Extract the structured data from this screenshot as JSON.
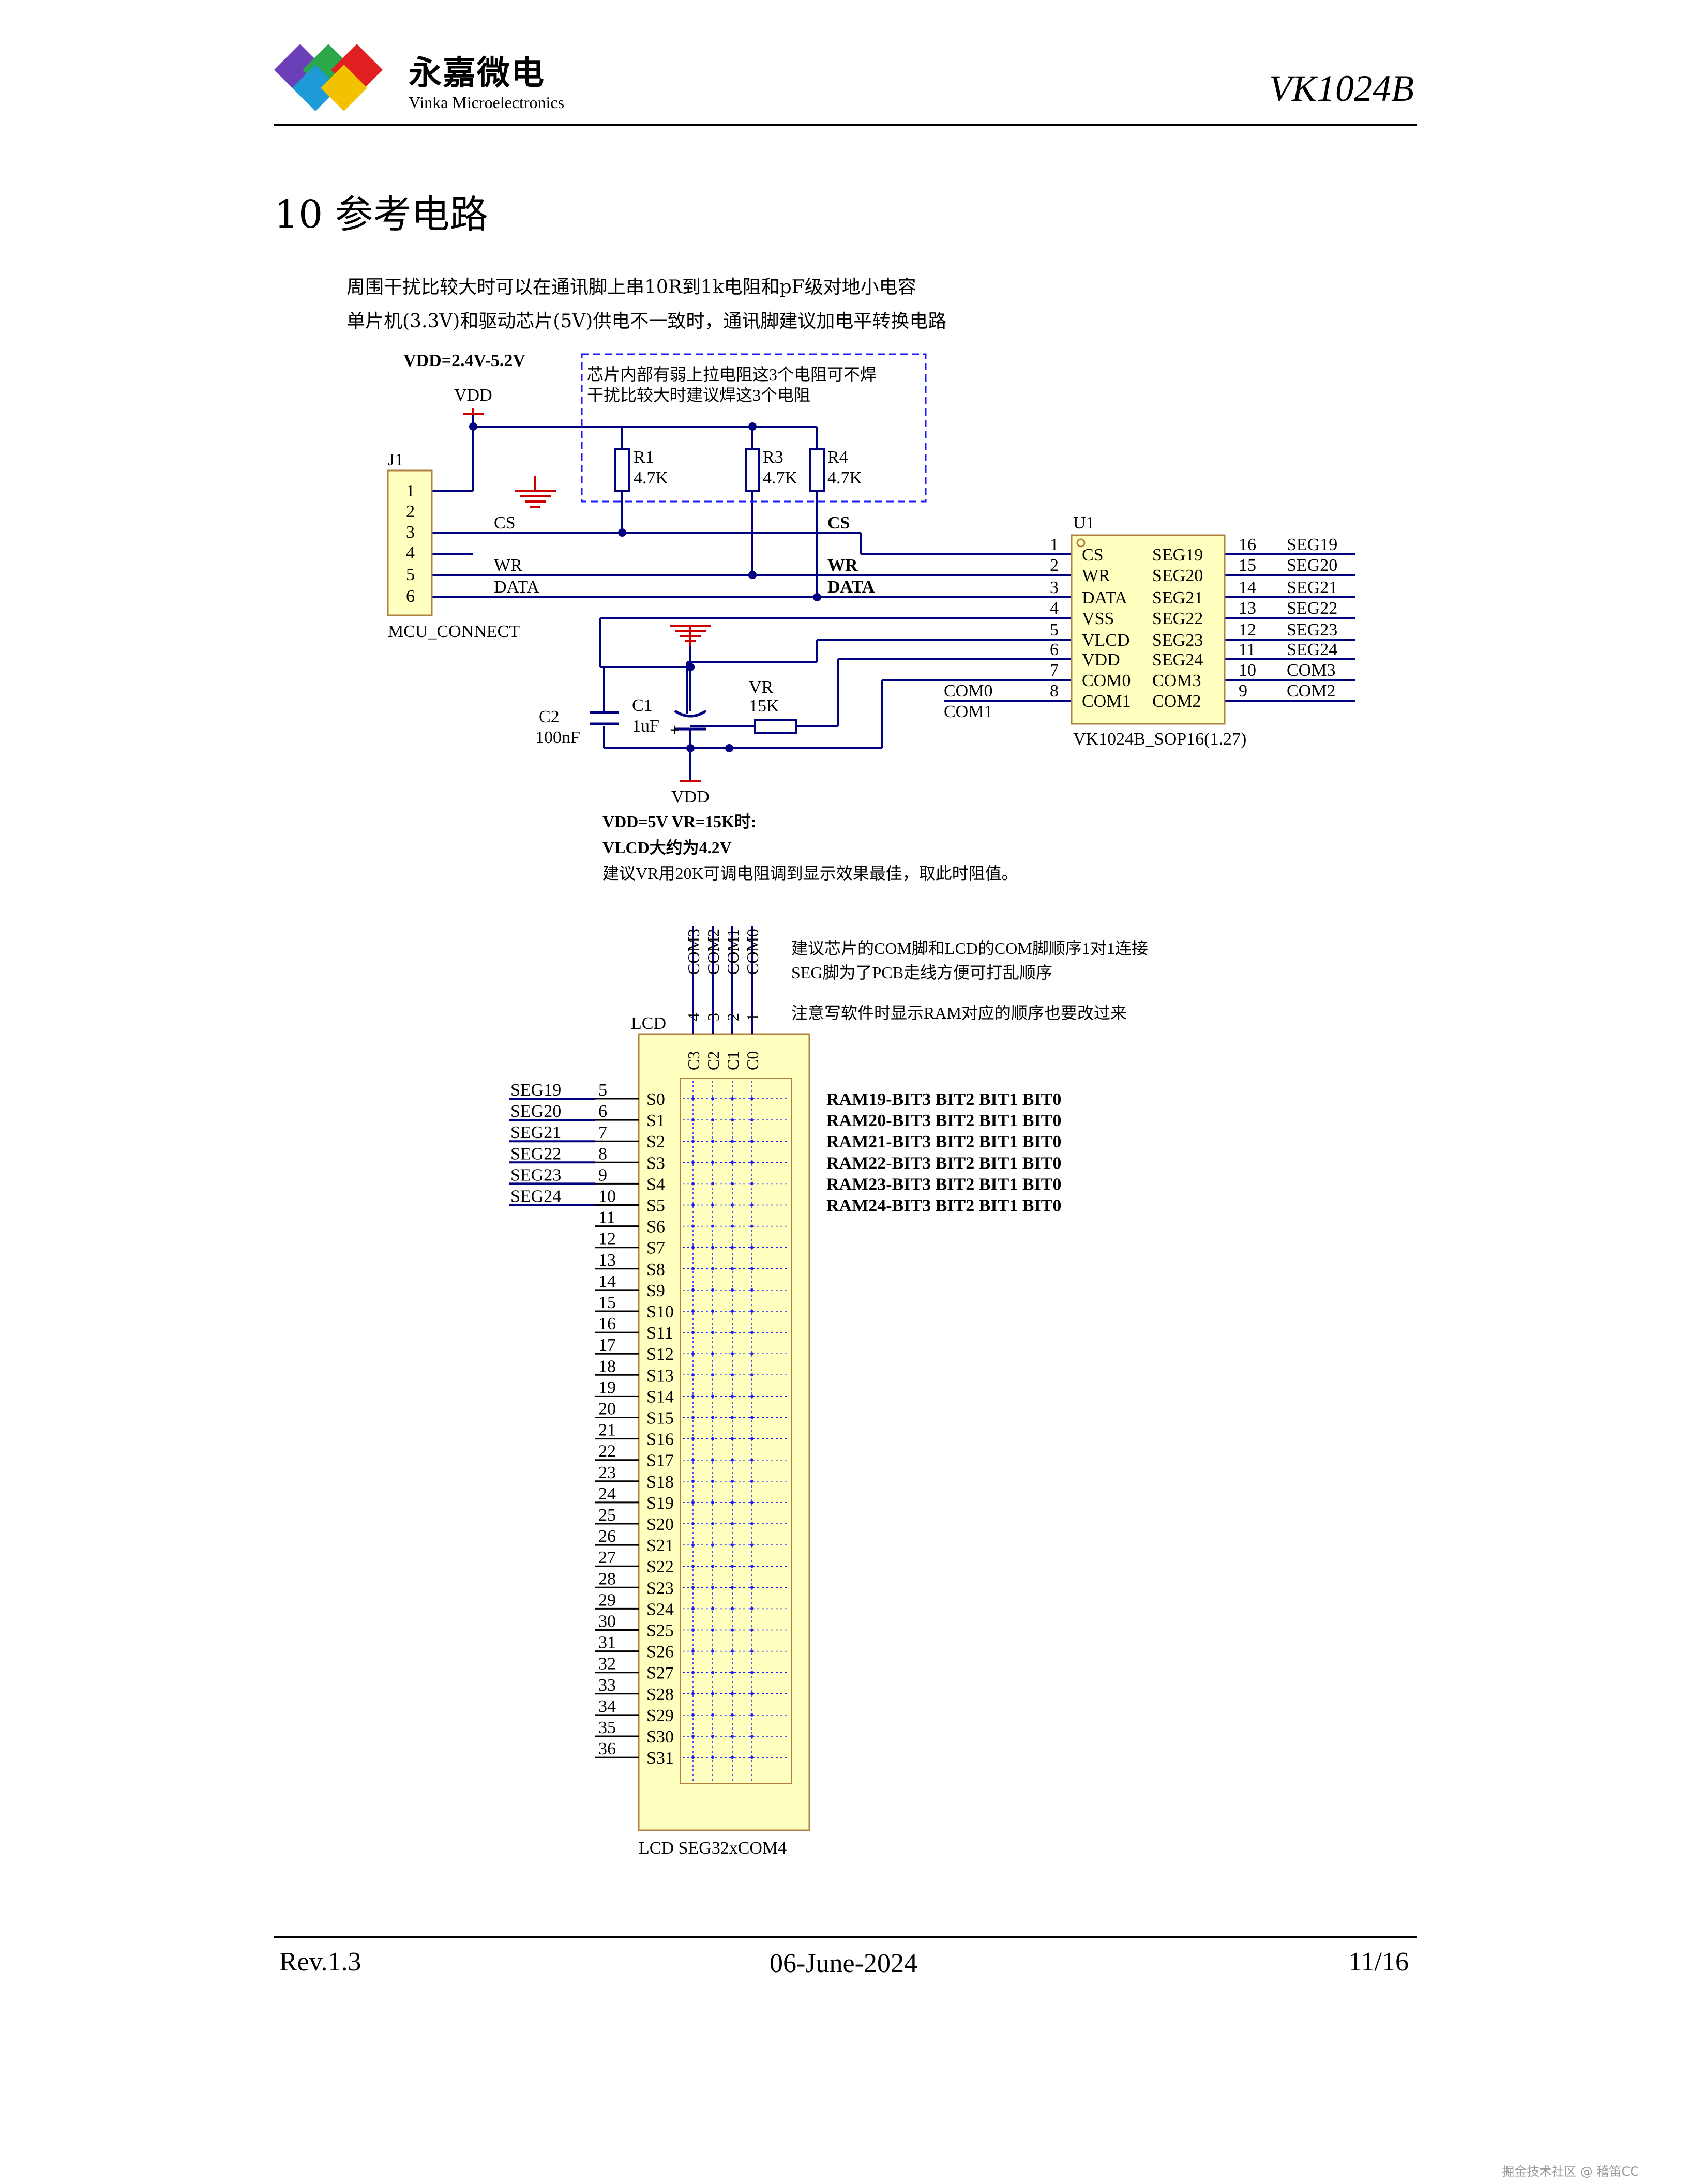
{
  "header": {
    "company_cn": "永嘉微电",
    "company_en": "Vinka Microelectronics",
    "doc_id": "VK1024B"
  },
  "section": {
    "title": "10 参考电路"
  },
  "intro": {
    "line1": "周围干扰比较大时可以在通讯脚上串10R到1k电阻和pF级对地小电容",
    "line2": "单片机(3.3V)和驱动芯片(5V)供电不一致时，通讯脚建议加电平转换电路"
  },
  "circuit1": {
    "vdd_range": "VDD=2.4V-5.2V",
    "vdd": "VDD",
    "note_line1": "芯片内部有弱上拉电阻这3个电阻可不焊",
    "note_line2": "干扰比较大时建议焊这3个电阻",
    "resistors": [
      {
        "ref": "R1",
        "value": "4.7K"
      },
      {
        "ref": "R3",
        "value": "4.7K"
      },
      {
        "ref": "R4",
        "value": "4.7K"
      }
    ],
    "j1": {
      "ref": "J1",
      "name": "MCU_CONNECT",
      "pins": [
        "1",
        "2",
        "3",
        "4",
        "5",
        "6"
      ],
      "nets": {
        "cs": "CS",
        "wr": "WR",
        "data": "DATA"
      }
    },
    "bus_labels": {
      "cs": "CS",
      "wr": "WR",
      "data": "DATA"
    },
    "u1": {
      "ref": "U1",
      "name": "VK1024B_SOP16(1.27)",
      "left_pins": [
        {
          "num": "1",
          "name": "CS"
        },
        {
          "num": "2",
          "name": "WR"
        },
        {
          "num": "3",
          "name": "DATA"
        },
        {
          "num": "4",
          "name": "VSS"
        },
        {
          "num": "5",
          "name": "VLCD"
        },
        {
          "num": "6",
          "name": "VDD"
        },
        {
          "num": "7",
          "name": "COM0"
        },
        {
          "num": "8",
          "name": "COM1"
        }
      ],
      "right_pins": [
        {
          "num": "16",
          "name": "SEG19",
          "net": "SEG19"
        },
        {
          "num": "15",
          "name": "SEG20",
          "net": "SEG20"
        },
        {
          "num": "14",
          "name": "SEG21",
          "net": "SEG21"
        },
        {
          "num": "13",
          "name": "SEG22",
          "net": "SEG22"
        },
        {
          "num": "12",
          "name": "SEG23",
          "net": "SEG23"
        },
        {
          "num": "11",
          "name": "SEG24",
          "net": "SEG24"
        },
        {
          "num": "10",
          "name": "COM3",
          "net": "COM3"
        },
        {
          "num": "9",
          "name": "COM2",
          "net": "COM2"
        }
      ],
      "left_nets": {
        "com0": "COM0",
        "com1": "COM1"
      }
    },
    "c1": {
      "ref": "C1",
      "value": "1uF"
    },
    "c2": {
      "ref": "C2",
      "value": "100nF"
    },
    "vr": {
      "ref": "VR",
      "value": "15K"
    },
    "vdd_bottom": "VDD",
    "note2_line1": "VDD=5V VR=15K时:",
    "note2_line2": "VLCD大约为4.2V",
    "note2_line3": "建议VR用20K可调电阻调到显示效果最佳，取此时阻值。"
  },
  "lcd": {
    "ref": "LCD",
    "name": "LCD SEG32xCOM4",
    "com_nets": [
      "COM3",
      "COM2",
      "COM1",
      "COM0"
    ],
    "com_pins": [
      "4",
      "3",
      "2",
      "1"
    ],
    "col_labels": [
      "C3",
      "C2",
      "C1",
      "C0"
    ],
    "note_line1": "建议芯片的COM脚和LCD的COM脚顺序1对1连接",
    "note_line2": "SEG脚为了PCB走线方便可打乱顺序",
    "note_line3": "注意写软件时显示RAM对应的顺序也要改过来",
    "seg_nets": [
      "SEG19",
      "SEG20",
      "SEG21",
      "SEG22",
      "SEG23",
      "SEG24"
    ],
    "pin_numbers": [
      "5",
      "6",
      "7",
      "8",
      "9",
      "10",
      "11",
      "12",
      "13",
      "14",
      "15",
      "16",
      "17",
      "18",
      "19",
      "20",
      "21",
      "22",
      "23",
      "24",
      "25",
      "26",
      "27",
      "28",
      "29",
      "30",
      "31",
      "32",
      "33",
      "34",
      "35",
      "36"
    ],
    "rows": [
      "S0",
      "S1",
      "S2",
      "S3",
      "S4",
      "S5",
      "S6",
      "S7",
      "S8",
      "S9",
      "S10",
      "S11",
      "S12",
      "S13",
      "S14",
      "S15",
      "S16",
      "S17",
      "S18",
      "S19",
      "S20",
      "S21",
      "S22",
      "S23",
      "S24",
      "S25",
      "S26",
      "S27",
      "S28",
      "S29",
      "S30",
      "S31"
    ],
    "ram_map": [
      "RAM19-BIT3  BIT2  BIT1  BIT0",
      "RAM20-BIT3  BIT2  BIT1  BIT0",
      "RAM21-BIT3  BIT2  BIT1  BIT0",
      "RAM22-BIT3  BIT2  BIT1  BIT0",
      "RAM23-BIT3  BIT2  BIT1  BIT0",
      "RAM24-BIT3  BIT2  BIT1  BIT0"
    ]
  },
  "footer": {
    "rev": "Rev.1.3",
    "date": "06-June-2024",
    "page": "11/16"
  },
  "watermark": "掘金技术社区 @ 稽笛CC",
  "colors": {
    "wire_blue": "#000080",
    "ground_red": "#cc0000",
    "part_fill": "#ffffc0",
    "part_stroke": "#b08040",
    "dash_blue": "#1a1aff"
  }
}
